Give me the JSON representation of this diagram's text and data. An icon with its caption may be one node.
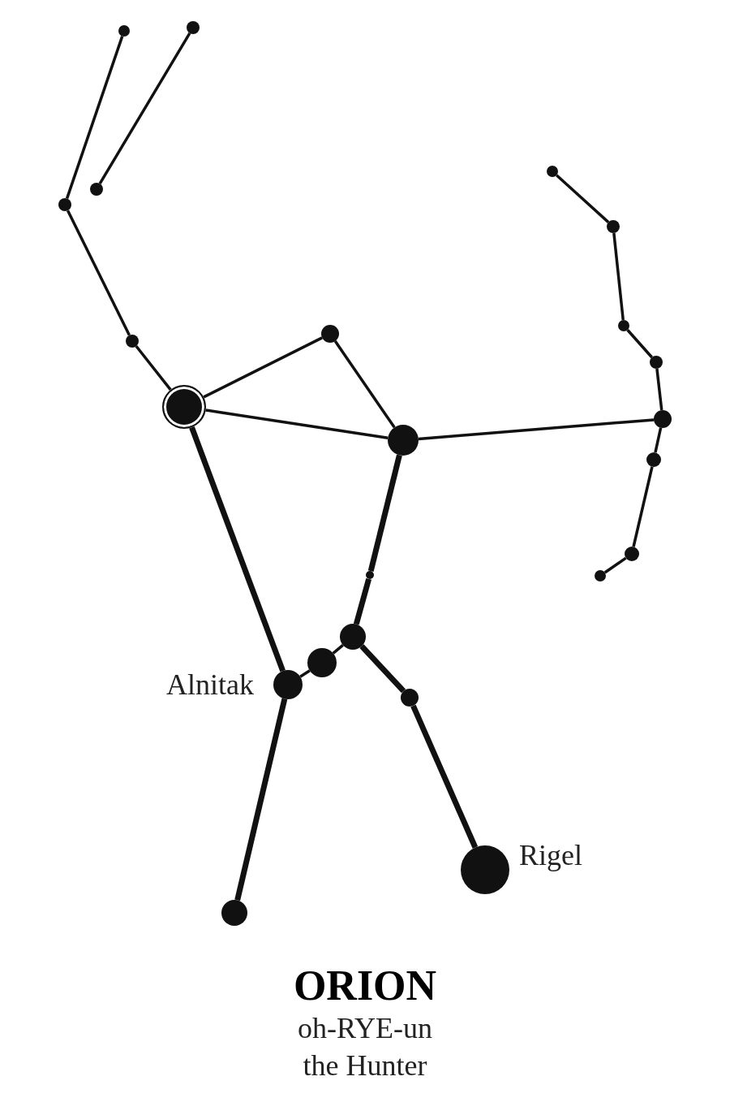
{
  "diagram": {
    "title": "ORION",
    "nodes": [
      {
        "text": [],
        "shape": "circle"
      },
      {
        "text": [],
        "shape": "circle"
      },
      {
        "text": [],
        "shape": "circle"
      },
      {
        "text": [],
        "shape": "circle"
      },
      {
        "text": [],
        "shape": "circle"
      },
      {
        "text": [],
        "shape": "circle"
      },
      {
        "text": [],
        "shape": "circle"
      },
      {
        "text": [],
        "shape": "circle"
      },
      {
        "text": [],
        "shape": "circle"
      },
      {
        "text": [],
        "shape": "circle"
      },
      {
        "text": [],
        "shape": "circle"
      },
      {
        "text": [],
        "shape": "circle"
      },
      {
        "text": [],
        "shape": "circle"
      },
      {
        "text": [],
        "shape": "circle"
      },
      {
        "text": [],
        "shape": "circle"
      },
      {
        "text": [],
        "shape": "circle"
      },
      {
        "text": [],
        "shape": "circle"
      },
      {
        "text": [],
        "shape": "circle"
      },
      {
        "text": [],
        "shape": "circle"
      },
      {
        "text": [],
        "shape": "circle",
        "beside": [
          "Alnitak"
        ]
      },
      {
        "text": [],
        "shape": "circle"
      },
      {
        "text": [],
        "shape": "circle",
        "beside": [
          "Rigel"
        ]
      },
      {
        "text": [],
        "shape": "circle"
      }
    ],
    "edges": [
      {
        "from": 0,
        "to": 2,
        "arrow": "none"
      },
      {
        "from": 1,
        "to": 3,
        "arrow": "none"
      },
      {
        "from": 2,
        "to": 4,
        "arrow": "none"
      },
      {
        "from": 4,
        "to": 5,
        "arrow": "none"
      },
      {
        "from": 5,
        "to": 6,
        "arrow": "none"
      },
      {
        "from": 5,
        "to": 7,
        "arrow": "none"
      },
      {
        "from": 6,
        "to": 7,
        "arrow": "none"
      },
      {
        "from": 7,
        "to": 12,
        "arrow": "none"
      },
      {
        "from": 8,
        "to": 9,
        "arrow": "none"
      },
      {
        "from": 9,
        "to": 10,
        "arrow": "none"
      },
      {
        "from": 10,
        "to": 11,
        "arrow": "none"
      },
      {
        "from": 11,
        "to": 12,
        "arrow": "none"
      },
      {
        "from": 12,
        "to": 13,
        "arrow": "none"
      },
      {
        "from": 13,
        "to": 14,
        "arrow": "none"
      },
      {
        "from": 14,
        "to": 15,
        "arrow": "none"
      },
      {
        "from": 7,
        "to": 16,
        "arrow": "none",
        "style": "thick"
      },
      {
        "from": 16,
        "to": 17,
        "arrow": "none",
        "style": "thick"
      },
      {
        "from": 17,
        "to": 18,
        "arrow": "none"
      },
      {
        "from": 18,
        "to": 19,
        "arrow": "none"
      },
      {
        "from": 5,
        "to": 19,
        "arrow": "none",
        "style": "thick"
      },
      {
        "from": 19,
        "to": 22,
        "arrow": "none",
        "style": "thick"
      },
      {
        "from": 17,
        "to": 20,
        "arrow": "none",
        "style": "thick"
      },
      {
        "from": 20,
        "to": 21,
        "arrow": "none",
        "style": "thick"
      }
    ],
    "labels": [
      "oh-RYE-un",
      "the Hunter"
    ]
  }
}
